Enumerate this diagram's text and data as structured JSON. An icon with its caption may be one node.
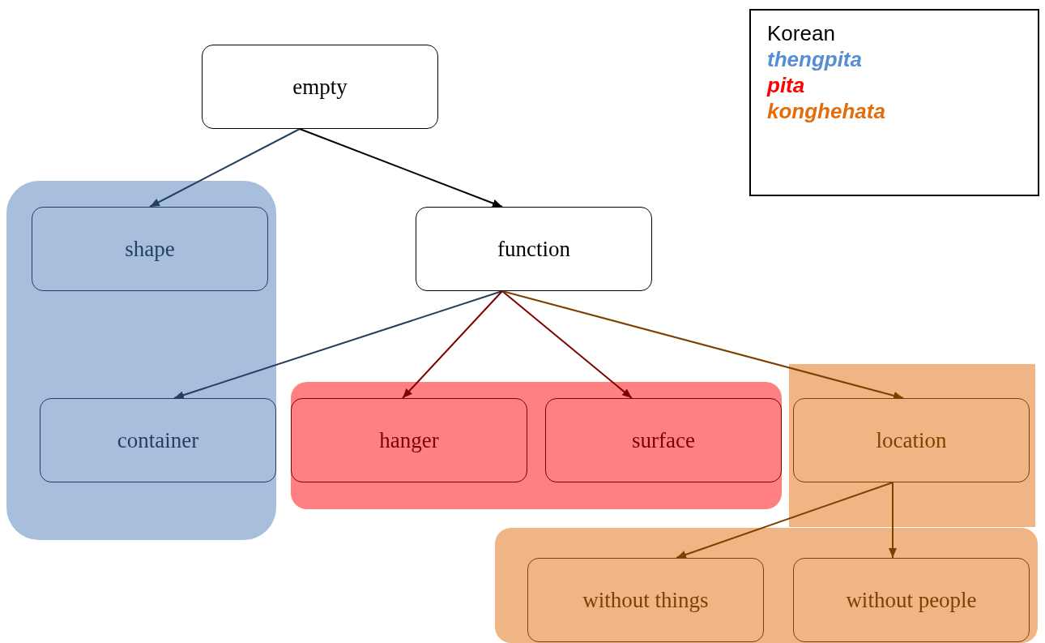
{
  "diagram": {
    "nodes": [
      {
        "text": [
          "empty"
        ]
      },
      {
        "text": [
          "shape"
        ]
      },
      {
        "text": [
          "function"
        ]
      },
      {
        "text": [
          "container"
        ]
      },
      {
        "text": [
          "hanger"
        ]
      },
      {
        "text": [
          "surface"
        ]
      },
      {
        "text": [
          "location"
        ]
      },
      {
        "text": [
          "without things"
        ]
      },
      {
        "text": [
          "without people"
        ]
      }
    ],
    "edges": [
      {
        "from": 0,
        "to": 1,
        "arrow": "to",
        "color": "#243f60"
      },
      {
        "from": 0,
        "to": 2,
        "arrow": "to",
        "color": "#000000"
      },
      {
        "from": 2,
        "to": 3,
        "arrow": "to",
        "color": "#243f60"
      },
      {
        "from": 2,
        "to": 4,
        "arrow": "to",
        "color": "#7f0000"
      },
      {
        "from": 2,
        "to": 5,
        "arrow": "to",
        "color": "#7f0000"
      },
      {
        "from": 2,
        "to": 6,
        "arrow": "to",
        "color": "#7f3f00"
      },
      {
        "from": 6,
        "to": 7,
        "arrow": "to",
        "color": "#7f3f00"
      },
      {
        "from": 6,
        "to": 8,
        "arrow": "to",
        "color": "#7f3f00"
      }
    ],
    "labels": [
      "Korean"
    ],
    "legend": [
      {
        "text": "thengpita",
        "color": "#558ed5"
      },
      {
        "text": "pita",
        "color": "#ff0000"
      },
      {
        "text": "konghehata",
        "color": "#e46c0a"
      }
    ]
  }
}
